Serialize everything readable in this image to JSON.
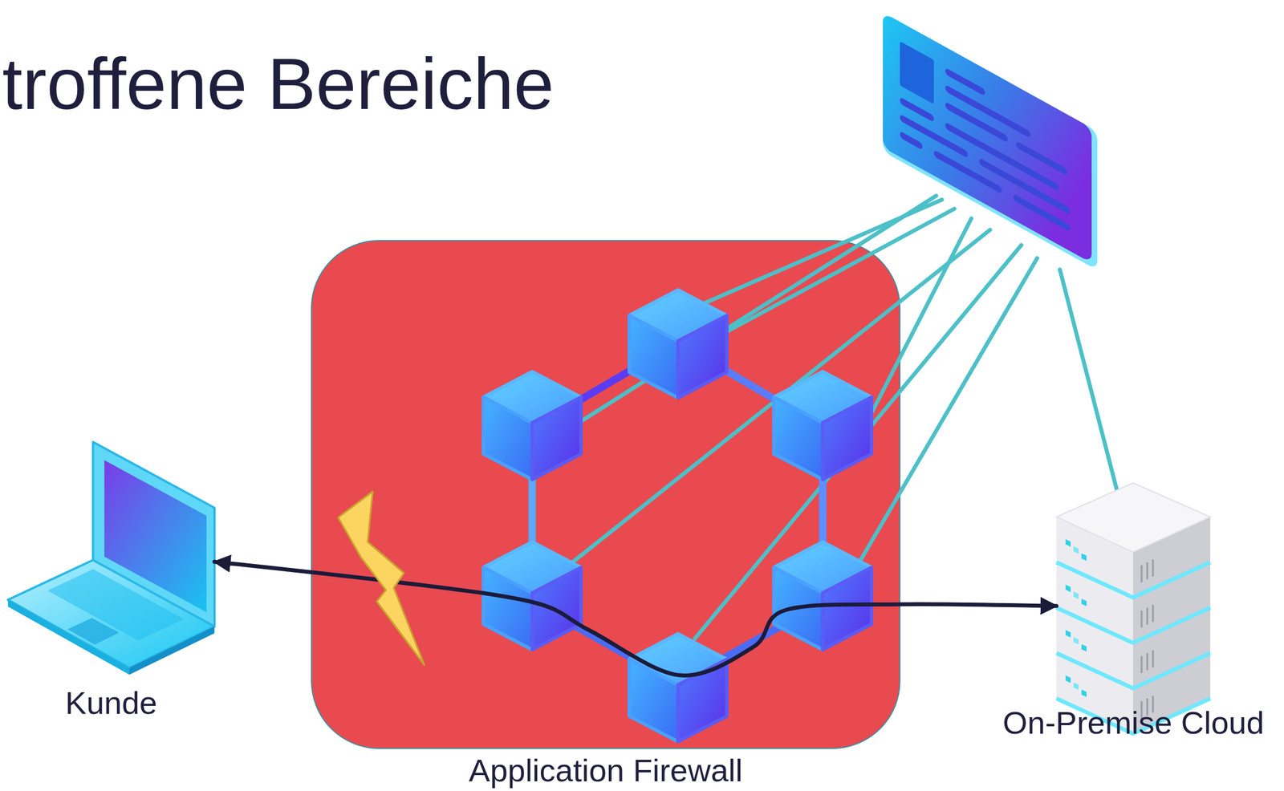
{
  "diagram": {
    "title": "troffene Bereiche",
    "nodes": [
      {
        "text": [
          "Kunde"
        ]
      },
      {
        "text": [
          "Application Firewall"
        ]
      },
      {
        "text": [
          "On-Premise Cloud"
        ]
      }
    ],
    "edges": [
      {
        "from": 0,
        "to": 2,
        "arrow": "both"
      }
    ]
  }
}
